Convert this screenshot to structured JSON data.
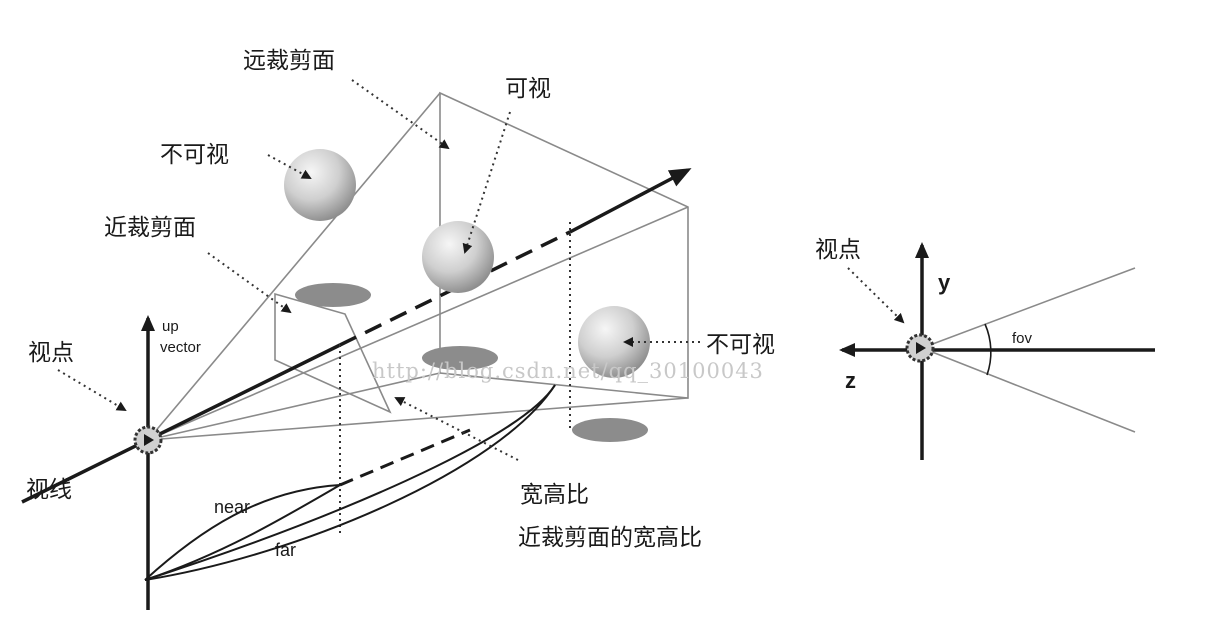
{
  "labels": {
    "far_plane": "远裁剪面",
    "visible": "可视",
    "invisible_left": "不可视",
    "near_plane": "近裁剪面",
    "viewpoint_left": "视点",
    "up_vector_line1": "up",
    "up_vector_line2": "vector",
    "line_of_sight": "视线",
    "near": "near",
    "far": "far",
    "invisible_right": "不可视",
    "aspect_ratio": "宽高比",
    "aspect_ratio_desc": "近裁剪面的宽高比",
    "viewpoint_right": "视点",
    "y_axis": "y",
    "z_axis": "z",
    "fov": "fov"
  },
  "watermark": "http://blog.csdn.net/qq_30100043",
  "colors": {
    "ink": "#1a1a1a",
    "frustum_edge": "#8a8a8a",
    "sphere_light": "#f4f4f4",
    "sphere_dark": "#8e8e8e",
    "shadow": "#8c8c8c",
    "watermark": "#c8c8c8"
  }
}
